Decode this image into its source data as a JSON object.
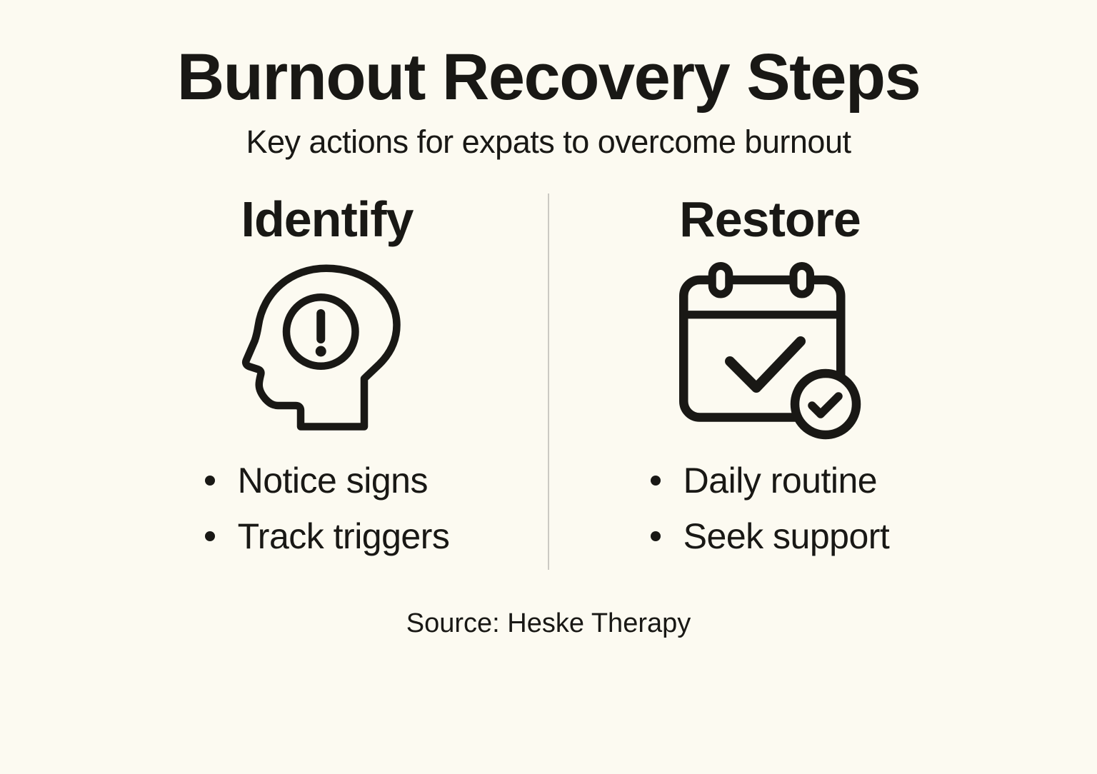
{
  "header": {
    "title": "Burnout Recovery Steps",
    "subtitle": "Key actions for expats to overcome burnout"
  },
  "columns": [
    {
      "heading": "Identify",
      "icon": "head-alert-icon",
      "bullets": [
        "Notice signs",
        "Track triggers"
      ]
    },
    {
      "heading": "Restore",
      "icon": "calendar-check-icon",
      "bullets": [
        "Daily routine",
        "Seek support"
      ]
    }
  ],
  "source": "Source: Heske Therapy",
  "colors": {
    "background": "#FCFAF1",
    "ink": "#191815",
    "divider": "#CBC9C3"
  }
}
